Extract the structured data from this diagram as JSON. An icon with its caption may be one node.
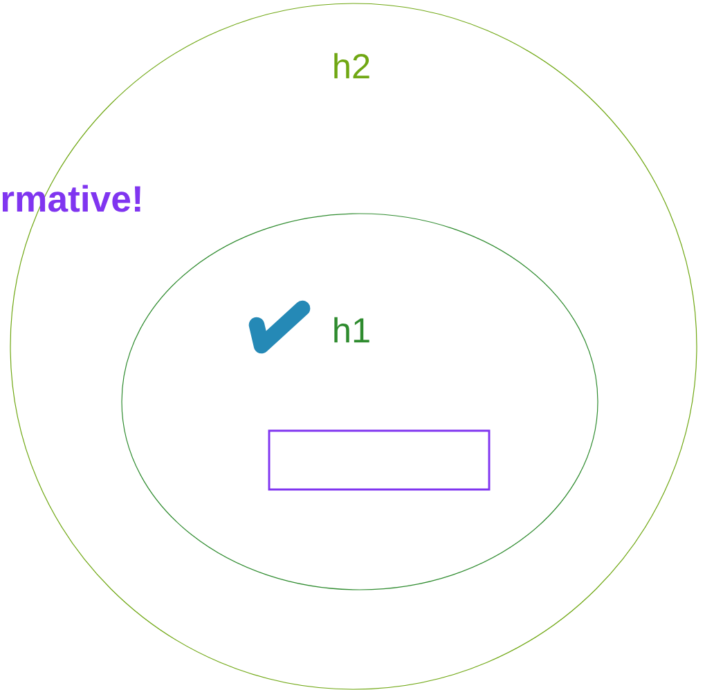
{
  "diagram": {
    "nodes": [
      {
        "text": [
          "h2"
        ]
      },
      {
        "text": [
          "h1"
        ],
        "in": 0
      },
      {
        "text": [],
        "shape": "box",
        "in": 1
      }
    ],
    "labels": [
      "rmative!"
    ]
  }
}
